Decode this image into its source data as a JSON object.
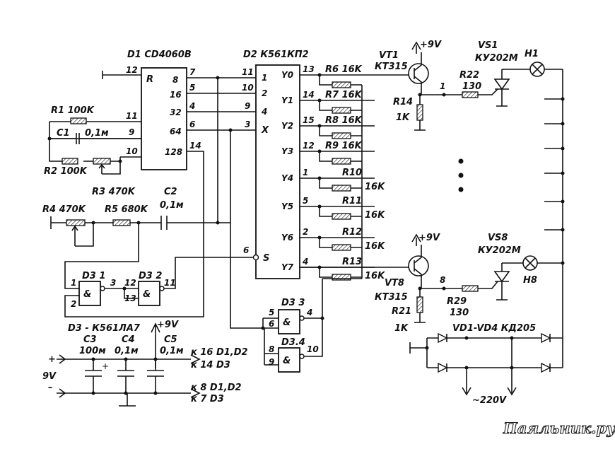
{
  "chips": {
    "d1": {
      "title": "D1 CD4060B",
      "reset": "R",
      "in_pins": [
        "12",
        "11",
        "9",
        "10"
      ],
      "out_labels": [
        "8",
        "16",
        "32",
        "64",
        "128"
      ],
      "out_pins": [
        "7",
        "5",
        "4",
        "6",
        "14"
      ]
    },
    "d2": {
      "title": "D2 К561КП2",
      "in_labels": [
        "1",
        "2",
        "4",
        "X",
        "S"
      ],
      "in_pins": [
        "11",
        "10",
        "9",
        "3",
        "6"
      ],
      "out_labels": [
        "Y0",
        "Y1",
        "Y2",
        "Y3",
        "Y4",
        "Y5",
        "Y6",
        "Y7"
      ],
      "out_pins": [
        "13",
        "14",
        "15",
        "12",
        "1",
        "5",
        "2",
        "4"
      ]
    },
    "d3": {
      "type_note": "D3 - К561ЛА7",
      "gate_symbol": "&",
      "g1": "D3 1",
      "g2": "D3 2",
      "g3": "D3 3",
      "g4": "D3.4",
      "pins": {
        "g1_in": "1",
        "g1_in2": "2",
        "g1_out": "3",
        "g2_in": "12",
        "g2_in2": "13",
        "g2_out": "11",
        "g3_in": "5",
        "g3_in2": "6",
        "g3_out": "4",
        "g4_in": "8",
        "g4_in2": "9",
        "g4_out": "10"
      }
    }
  },
  "components": {
    "R1": "R1 100K",
    "C1": "C1",
    "C1_val": "0,1м",
    "R2": "R2 100K",
    "R3": "R3 470K",
    "R4": "R4 470K",
    "R5": "R5 680K",
    "C2": "C2",
    "C2_val": "0,1м",
    "R6": "R6 16K",
    "R7": "R7 16K",
    "R8": "R8 16K",
    "R9": "R9 16K",
    "R10": "R10",
    "R11": "R11",
    "R12": "R12",
    "R13": "R13",
    "val16k": "16K",
    "VT1": "VT1",
    "VT1_type": "КТ315",
    "VT8": "VT8",
    "VT8_type": "КТ315",
    "R14": "R14",
    "R14_val": "1K",
    "R21": "R21",
    "R21_val": "1K",
    "R22": "R22",
    "R22_val": "130",
    "R29": "R29",
    "R29_val": "130",
    "VS1": "VS1",
    "VS1_type": "КУ202М",
    "VS8": "VS8",
    "VS8_type": "КУ202М",
    "H1": "H1",
    "H8": "H8",
    "node1": "1",
    "node8": "8",
    "VD": "VD1-VD4 КД205"
  },
  "supply": {
    "plus9": "+9V",
    "plus9_top": "+9V",
    "plus9_bot": "+9V",
    "C3": "C3",
    "C3_val": "100м",
    "C4": "C4",
    "C4_val": "0,1м",
    "C5": "C5",
    "C5_val": "0,1м",
    "plus": "+",
    "minus": "–",
    "v9": "9V",
    "to_plus1": "к 16 D1,D2",
    "to_plus2": "к 14 D3",
    "to_minus1": "к 8 D1,D2",
    "to_minus2": "к 7 D3",
    "mains": "~220V"
  },
  "watermark": "Паяльник.ру"
}
